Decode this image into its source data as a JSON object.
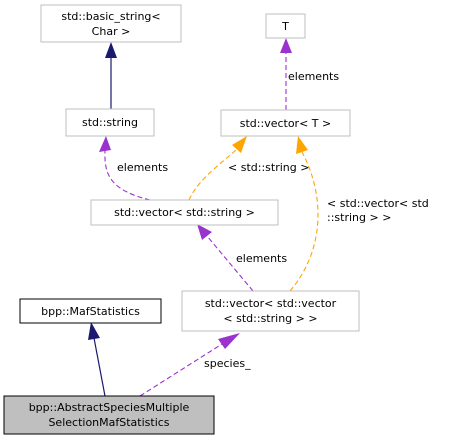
{
  "nodes": {
    "basic_string": {
      "lines": [
        "std::basic_string<",
        "Char >"
      ]
    },
    "T": {
      "lines": [
        "T"
      ]
    },
    "string": {
      "lines": [
        "std::string"
      ]
    },
    "vector_T": {
      "lines": [
        "std::vector< T >"
      ]
    },
    "vector_string": {
      "lines": [
        "std::vector< std::string >"
      ]
    },
    "maf_statistics": {
      "lines": [
        "bpp::MafStatistics"
      ]
    },
    "vector_vector_string": {
      "lines": [
        "std::vector< std::vector",
        "< std::string > >"
      ]
    },
    "abstract_species": {
      "lines": [
        "bpp::AbstractSpeciesMultiple",
        "SelectionMafStatistics"
      ]
    }
  },
  "edges": {
    "elements_T": {
      "lines": [
        "elements"
      ]
    },
    "elements_string": {
      "lines": [
        "elements"
      ]
    },
    "template_string": {
      "lines": [
        "< std::string >"
      ]
    },
    "elements_vector_string": {
      "lines": [
        "elements"
      ]
    },
    "template_vector_string": {
      "lines": [
        "< std::vector< std",
        "::string > >"
      ]
    },
    "species": {
      "lines": [
        "species_"
      ]
    }
  },
  "colors": {
    "inheritance": "#191970",
    "usage": "#9a32cd",
    "template": "#ffa500",
    "box_border_light": "#bfbfbf",
    "box_border_dark": "#000000",
    "highlight_fill": "#bfbfbf"
  }
}
